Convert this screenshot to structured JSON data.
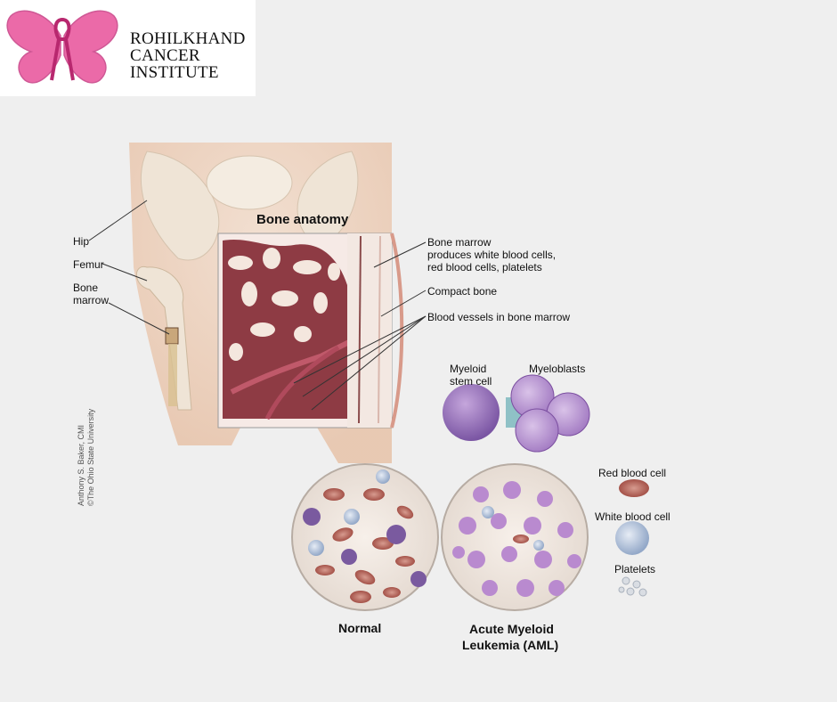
{
  "logo": {
    "line1": "ROHILKHAND",
    "line2": "CANCER",
    "line3": "INSTITUTE",
    "icon": "pink-butterfly-ribbon-icon",
    "color": "#e8519a"
  },
  "diagram": {
    "inset_title": "Bone anatomy",
    "labels": {
      "hip": "Hip",
      "femur": "Femur",
      "bone_marrow_1": "Bone",
      "bone_marrow_2": "marrow",
      "marrow_desc_1": "Bone marrow",
      "marrow_desc_2": "produces white blood cells,",
      "marrow_desc_3": "red blood cells, platelets",
      "compact_bone": "Compact bone",
      "blood_vessels": "Blood vessels in bone marrow",
      "myeloid_1": "Myeloid",
      "myeloid_2": "stem cell",
      "myeloblasts": "Myeloblasts",
      "normal": "Normal",
      "aml_1": "Acute Myeloid",
      "aml_2": "Leukemia (AML)",
      "rbc": "Red blood cell",
      "wbc": "White blood cell",
      "platelets": "Platelets"
    },
    "credit_1": "Anthony S. Baker, CMI",
    "credit_2": "©The Ohio State University"
  },
  "colors": {
    "background": "#efefef",
    "marrow": "#8e3b44",
    "blast": "#a97ac4",
    "rbc": "#b2574e",
    "arrow": "#8fc1c6"
  }
}
